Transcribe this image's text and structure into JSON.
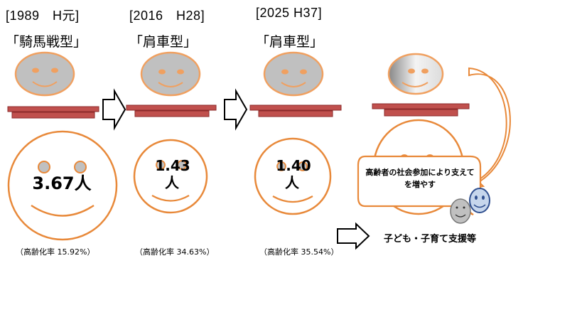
{
  "columns": [
    {
      "year": "[1989　H元]",
      "model": "「騎馬戦型」",
      "count": "3.67人",
      "ratio": "（高齢化率 15.92%）"
    },
    {
      "year": "[2016　H28]",
      "model": "「肩車型」",
      "count_line1": "1.43",
      "count_line2": "人",
      "ratio": "（高齢化率 34.63%）"
    },
    {
      "year": "[2025 H37]",
      "model": "「肩車型」",
      "count_line1": "1.40",
      "count_line2": "人",
      "ratio": "（高齢化率 35.54%）"
    }
  ],
  "future": {
    "bubble": "高齢者の社会参加により支えてを増やす",
    "support": "子ども・子育て支援等"
  },
  "colors": {
    "face_fill": "#c0c0c0",
    "face_stroke": "#f0a060",
    "accent_orange": "#e8893a",
    "bar_fill": "#c0504d",
    "bar_stroke": "#8b2a2a"
  }
}
